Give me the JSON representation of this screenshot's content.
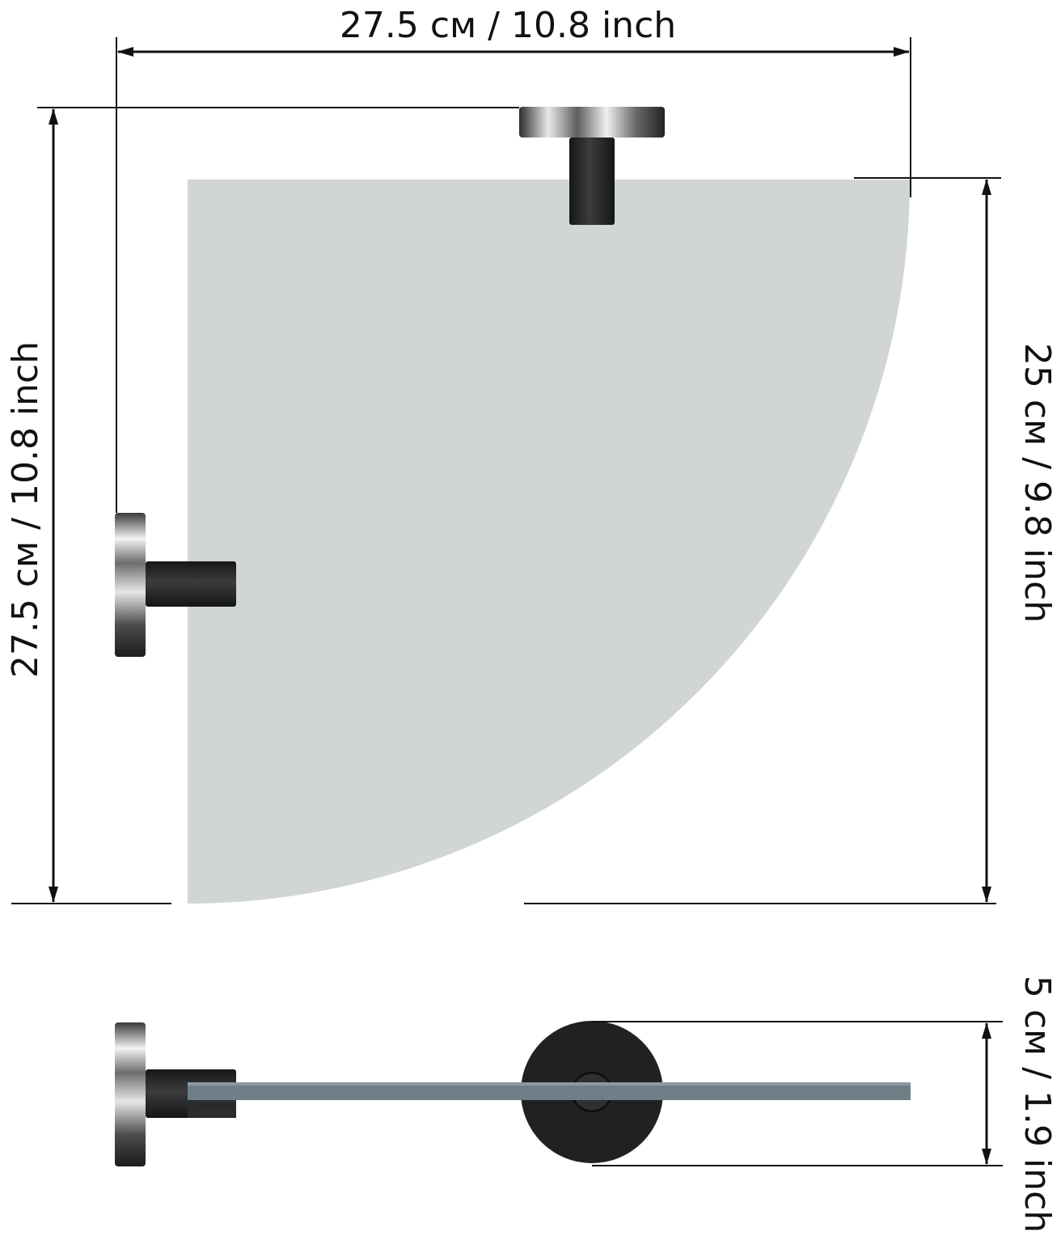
{
  "dimensions": {
    "top_width": "27.5 см / 10.8 inch",
    "left_height": "27.5 см / 10.8 inch",
    "right_depth": "25 см / 9.8 inch",
    "side_height": "5 см / 1.9 inch"
  },
  "colors": {
    "glass_top_view": "#d1d5d5",
    "glass_side_view": "#6e7f88",
    "bracket_dark": "#202224",
    "chrome": "#9a9a9c",
    "dimension_lines": "#111111"
  }
}
